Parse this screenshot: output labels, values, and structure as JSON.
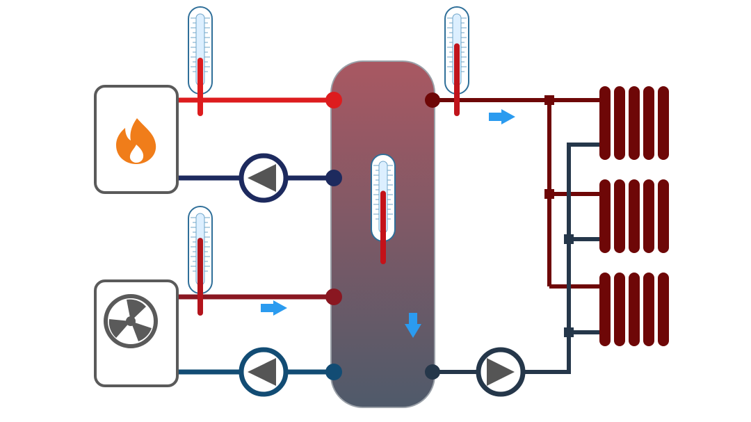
{
  "diagram": {
    "components": [
      {
        "id": "boiler",
        "icon": "flame-icon"
      },
      {
        "id": "heat-pump",
        "icon": "fan-icon"
      },
      {
        "id": "buffer-tank"
      },
      {
        "id": "boiler-circulation-pump",
        "icon": "pump-icon"
      },
      {
        "id": "heat-pump-circulation-pump",
        "icon": "pump-icon"
      },
      {
        "id": "heating-circuit-pump",
        "icon": "pump-icon"
      },
      {
        "id": "radiator-1"
      },
      {
        "id": "radiator-2"
      },
      {
        "id": "radiator-3"
      }
    ],
    "thermometers": [
      {
        "id": "boiler-supply",
        "level": 0.35
      },
      {
        "id": "heat-pump-supply",
        "level": 0.62
      },
      {
        "id": "tank",
        "level": 0.55
      },
      {
        "id": "heating-supply",
        "level": 0.55
      }
    ],
    "flow_arrows": [
      "heat-pump-supply",
      "tank-downward",
      "heating-supply"
    ],
    "colors": {
      "hot": "#dd1c1e",
      "warm": "#8a1721",
      "radiator": "#6e0707",
      "cold_dark": "#1d2a5e",
      "cold_blue": "#124c74",
      "cold_slate": "#25374a",
      "outline": "#5a5a5a",
      "flame": "#f07d1a",
      "arrow": "#2b9bef"
    }
  }
}
